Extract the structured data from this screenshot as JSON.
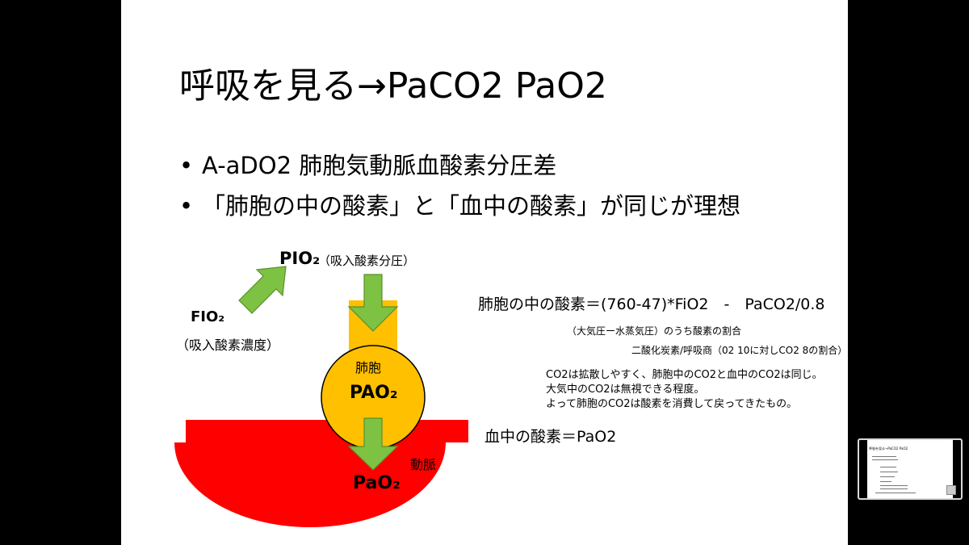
{
  "slide": {
    "title": "呼吸を見る→PaCO2 PaO2",
    "bullets": [
      "A-aDO2 肺胞気動脈血酸素分圧差",
      "「肺胞の中の酸素」と「血中の酸素」が同じが理想"
    ],
    "bullet_symbol": "•"
  },
  "diagram": {
    "pio2_label": "PIO₂",
    "pio2_sub": "（吸入酸素分圧）",
    "fio2_label": "FIO₂",
    "fio2_sub": "（吸入酸素濃度）",
    "alveolus_label": "肺胞",
    "pao2_alv_label": "PAO₂",
    "artery_label": "動脈",
    "pao2_art_label": "PaO₂",
    "colors": {
      "arrow_green": "#7dc242",
      "alveolus_orange": "#ffc000",
      "artery_red": "#ff0000"
    }
  },
  "formula": {
    "alveolar_o2": "肺胞の中の酸素＝(760-47)*FiO2　-　PaCO2/0.8",
    "note1": "（大気圧ー水蒸気圧）のうち酸素の割合",
    "note2": "二酸化炭素/呼吸商（02 10に対しCO2 8の割合）",
    "co2_lines": [
      "CO2は拡散しやすく、肺胞中のCO2と血中のCO2は同じ。",
      "大気中のCO2は無視できる程度。",
      "よって肺胞のCO2は酸素を消費して戻ってきたもの。"
    ],
    "blood_o2": "血中の酸素＝PaO2"
  },
  "thumbnail": {
    "title": "呼吸を見る→PaCO2 PaO2"
  }
}
